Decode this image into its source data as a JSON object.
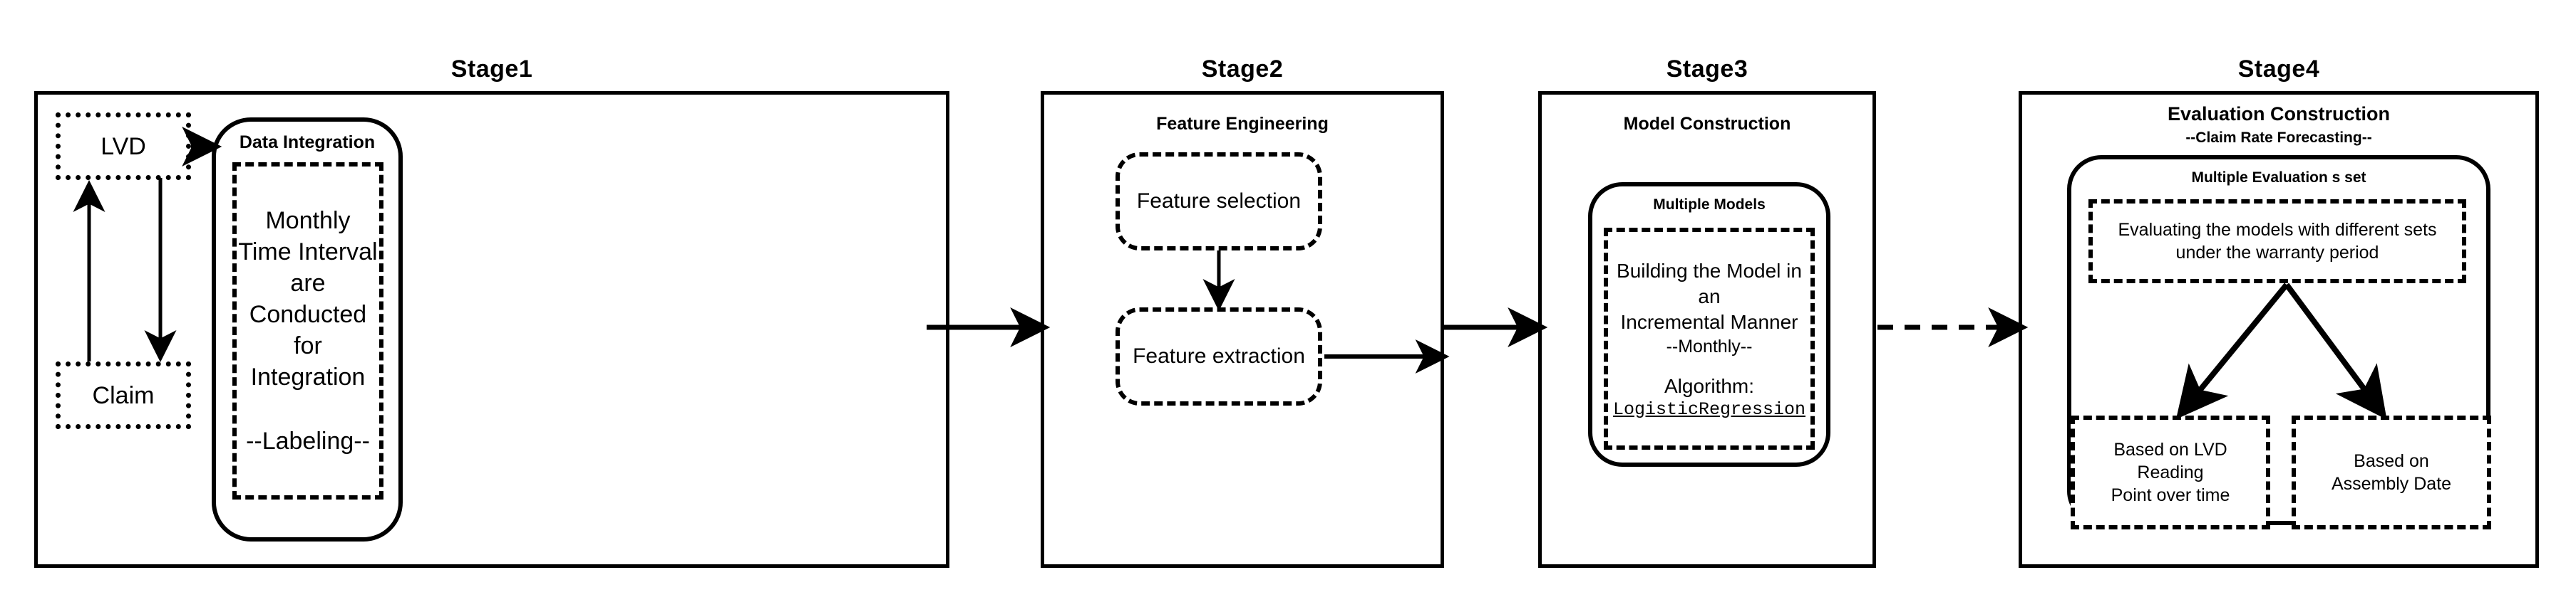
{
  "diagram": {
    "title_bar": "",
    "stages": [
      {
        "id": "stage1",
        "label": "Stage1",
        "panel_title": "Data Integration",
        "sources": [
          {
            "name": "lvd",
            "label": "LVD"
          },
          {
            "name": "claim",
            "label": "Claim"
          }
        ],
        "body_lines": [
          "Monthly Time Interval",
          "are Conducted for",
          "Integration"
        ],
        "body_note": "--Labeling--"
      },
      {
        "id": "stage2",
        "label": "Stage2",
        "panel_title": "Feature Engineering",
        "steps": [
          {
            "name": "feature-selection",
            "label": "Feature selection"
          },
          {
            "name": "feature-extraction",
            "label": "Feature extraction"
          }
        ]
      },
      {
        "id": "stage3",
        "label": "Stage3",
        "panel_title": "Model Construction",
        "group_title": "Multiple Models",
        "body_lines": [
          "Building the Model in",
          "an",
          "Incremental Manner"
        ],
        "body_note": "--Monthly--",
        "algorithm_label": "Algorithm:",
        "algorithm_value": "LogisticRegression"
      },
      {
        "id": "stage4",
        "label": "Stage4",
        "panel_title": "Evaluation Construction",
        "panel_subtitle": "--Claim Rate Forecasting--",
        "group_title": "Multiple Evaluation s set",
        "body_lines": [
          "Evaluating the models with different sets",
          "under the warranty period"
        ],
        "branches": [
          {
            "name": "based-on-lvd-reading-point",
            "lines": [
              "Based on LVD",
              "Reading",
              "Point over time"
            ]
          },
          {
            "name": "based-on-assembly-date",
            "lines": [
              "Based on",
              "Assembly Date"
            ]
          }
        ]
      }
    ],
    "connectors": [
      {
        "name": "stage1-to-stage2",
        "style": "solid"
      },
      {
        "name": "stage2-to-stage3",
        "style": "solid"
      },
      {
        "name": "stage3-to-stage4",
        "style": "dashed"
      }
    ],
    "colors": {
      "stroke": "#000000",
      "background": "#ffffff"
    }
  }
}
